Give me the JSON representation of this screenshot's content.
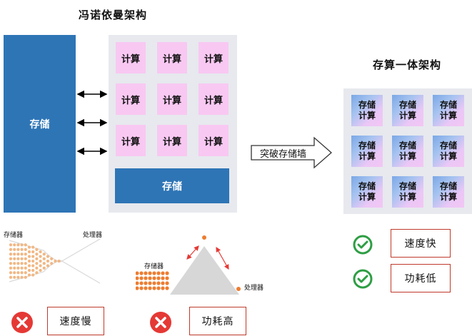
{
  "vn": {
    "title": "冯诺依曼架构",
    "storage_left": "存储",
    "compute_label": "计算",
    "storage_bottom": "存储"
  },
  "arrow_label": "突破存储墙",
  "im": {
    "title": "存算一体架构",
    "cell_top": "存储",
    "cell_bottom": "计算"
  },
  "bottom": {
    "funnel_left": "存储器",
    "funnel_right": "处理器",
    "tri_left": "存储器",
    "tri_right": "处理器",
    "bad1": "速度慢",
    "bad2": "功耗高",
    "good1": "速度快",
    "good2": "功耗低"
  },
  "colors": {
    "storage_blue": "#2e75b6",
    "compute_pink": "#f8c8f2",
    "panel_gray": "#e7e9ee",
    "dot_orange": "#ed7d31",
    "cross_red": "#e53935",
    "check_green": "#2e9e44",
    "box_border": "#c0392b"
  },
  "icons": [
    "double-arrow-icon",
    "block-arrow-icon",
    "cross-icon",
    "check-icon"
  ]
}
